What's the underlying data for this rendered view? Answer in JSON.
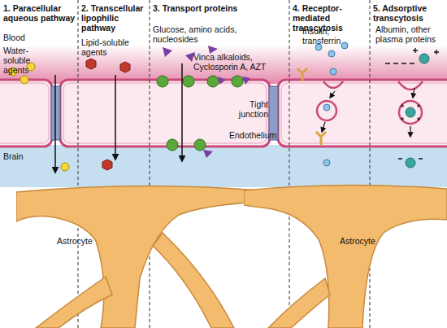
{
  "diagram": {
    "nodes": [
      {
        "text": [
          "Astrocyte"
        ]
      },
      {
        "text": [
          "Astrocyte"
        ]
      }
    ],
    "labels": [
      "1. Paracellular aqueous pathway",
      "2. Transcellular lipophilic pathway",
      "3. Transport proteins",
      "4. Receptor-mediated transcytosis",
      "5. Adsorptive transcytosis",
      "Blood",
      "Water-soluble agents",
      "Lipid-soluble agents",
      "Glucose, amino acids, nucleosides",
      "Vinca alkaloids, Cyclosporin A, AZT",
      "Insulin, transferrin",
      "Albumin, other plasma proteins",
      "Tight junction",
      "Endothelium",
      "Brain"
    ]
  }
}
